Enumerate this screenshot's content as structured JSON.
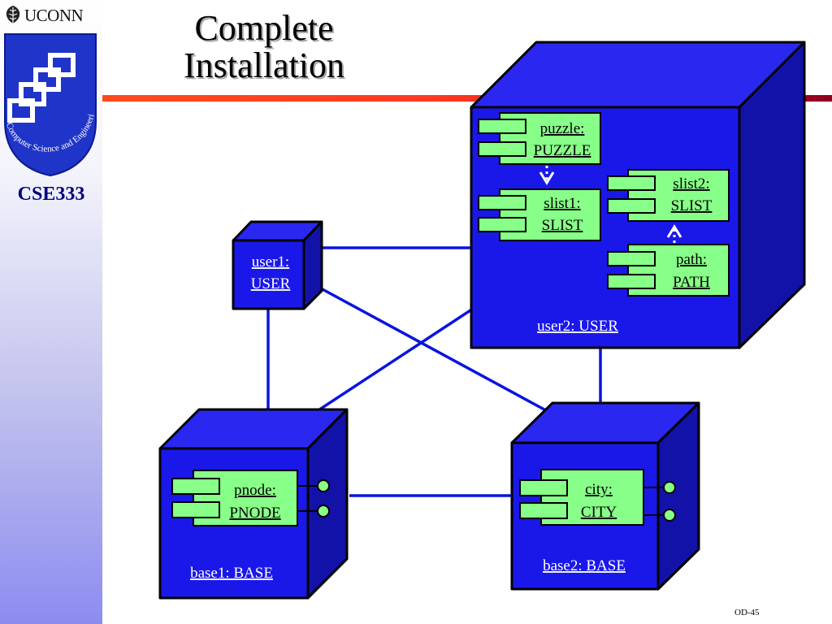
{
  "sidebar": {
    "logo_text": "UCONN",
    "badge_text": "Computer Science and Engineering",
    "course": "CSE333"
  },
  "slide": {
    "title_line1": "Complete",
    "title_line2": "Installation",
    "number": "OD-45"
  },
  "colors": {
    "node_fill": "#1a18e8",
    "node_shadow": "#1010a8",
    "component_fill": "#88ff88",
    "connector": "#0a14e0",
    "title_rule": "#ff3a20"
  },
  "diagram": {
    "nodes": [
      {
        "id": "user2",
        "label": "user2: USER"
      },
      {
        "id": "user1",
        "label_line1": "user1:",
        "label_line2": "USER"
      },
      {
        "id": "base1",
        "label": "base1: BASE"
      },
      {
        "id": "base2",
        "label": "base2: BASE"
      }
    ],
    "components": [
      {
        "id": "puzzle",
        "line1": "puzzle:",
        "line2": "PUZZLE",
        "node": "user2"
      },
      {
        "id": "slist1",
        "line1": "slist1:",
        "line2": "SLIST",
        "node": "user2"
      },
      {
        "id": "slist2",
        "line1": "slist2:",
        "line2": "SLIST",
        "node": "user2"
      },
      {
        "id": "path",
        "line1": "path:",
        "line2": "PATH",
        "node": "user2"
      },
      {
        "id": "pnode",
        "line1": "pnode:",
        "line2": "PNODE",
        "node": "base1"
      },
      {
        "id": "city",
        "line1": "city:",
        "line2": "CITY",
        "node": "base2"
      }
    ],
    "dependencies": [
      {
        "from": "puzzle",
        "to": "slist1"
      },
      {
        "from": "path",
        "to": "slist2"
      }
    ],
    "links": [
      {
        "from": "user1",
        "to": "user2"
      },
      {
        "from": "user1",
        "to": "base1"
      },
      {
        "from": "user1",
        "to": "base2"
      },
      {
        "from": "user2",
        "to": "base1"
      },
      {
        "from": "user2",
        "to": "base2"
      },
      {
        "from": "base1",
        "to": "base2"
      }
    ]
  }
}
